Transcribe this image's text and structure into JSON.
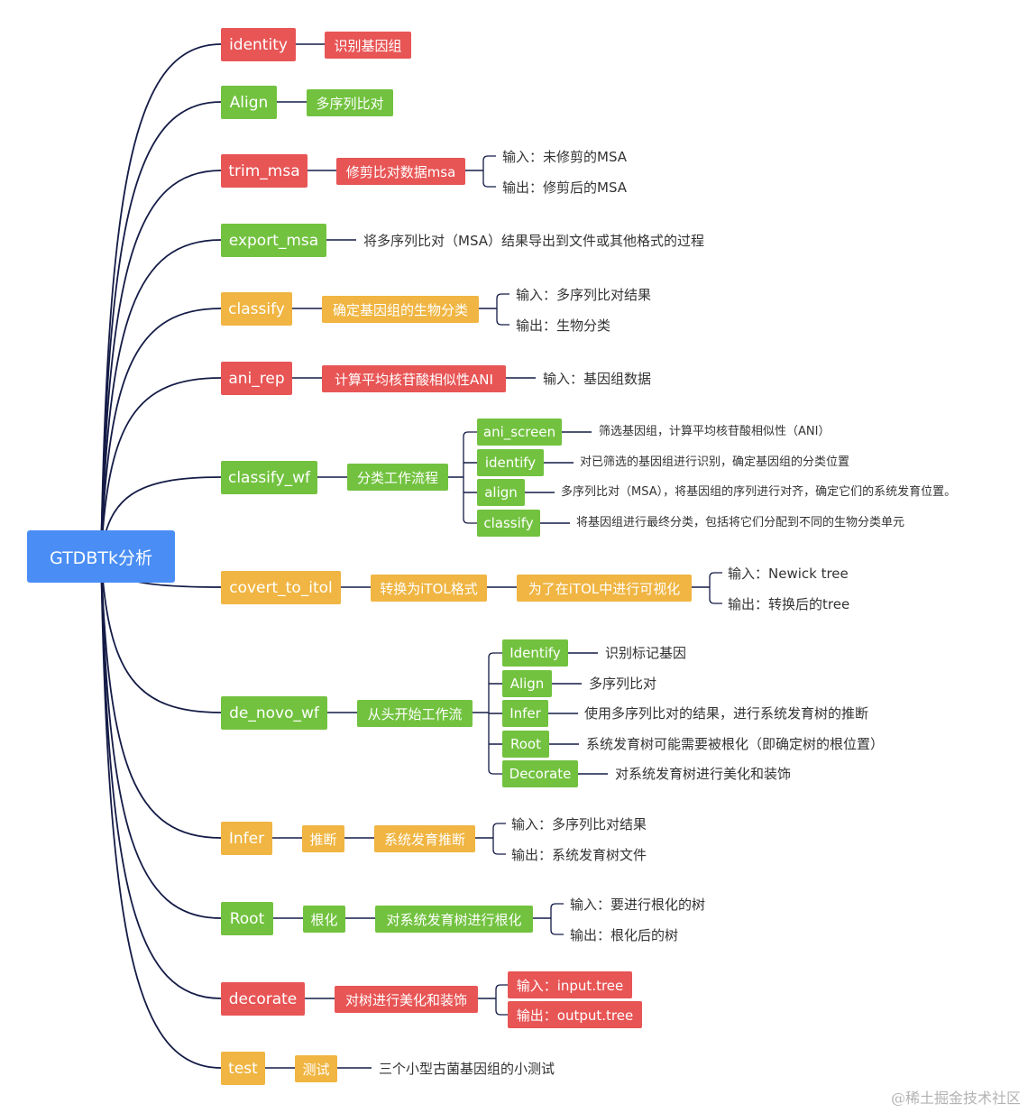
{
  "colors": {
    "root": "#4a8ef5",
    "red": "#e85555",
    "green": "#72c23f",
    "orange": "#f0b542",
    "line": "#141b46"
  },
  "root": {
    "label": "GTDBTk分析"
  },
  "branches": [
    {
      "label": "identity",
      "color": "red",
      "l2": [
        {
          "label": "识别基因组",
          "color": "red"
        }
      ]
    },
    {
      "label": "Align",
      "color": "green",
      "l2": [
        {
          "label": "多序列比对",
          "color": "green"
        }
      ]
    },
    {
      "label": "trim_msa",
      "color": "red",
      "l2": [
        {
          "label": "修剪比对数据msa",
          "color": "red",
          "children": [
            {
              "text": "输入：未修剪的MSA"
            },
            {
              "text": "输出：修剪后的MSA"
            }
          ]
        }
      ]
    },
    {
      "label": "export_msa",
      "color": "green",
      "texts": [
        "将多序列比对（MSA）结果导出到文件或其他格式的过程"
      ]
    },
    {
      "label": "classify",
      "color": "orange",
      "l2": [
        {
          "label": "确定基因组的生物分类",
          "color": "orange",
          "children": [
            {
              "text": "输入：多序列比对结果"
            },
            {
              "text": "输出：生物分类"
            }
          ]
        }
      ]
    },
    {
      "label": "ani_rep",
      "color": "red",
      "l2": [
        {
          "label": "计算平均核苷酸相似性ANI",
          "color": "red",
          "texts": [
            "输入：基因组数据"
          ]
        }
      ]
    },
    {
      "label": "classify_wf",
      "color": "green",
      "l2": [
        {
          "label": "分类工作流程",
          "color": "green",
          "children": [
            {
              "label": "ani_screen",
              "color": "green",
              "desc": "筛选基因组，计算平均核苷酸相似性（ANI）"
            },
            {
              "label": "identify",
              "color": "green",
              "desc": "对已筛选的基因组进行识别，确定基因组的分类位置"
            },
            {
              "label": "align",
              "color": "green",
              "desc": "多序列比对（MSA），将基因组的序列进行对齐，确定它们的系统发育位置。"
            },
            {
              "label": "classify",
              "color": "green",
              "desc": "将基因组进行最终分类，包括将它们分配到不同的生物分类单元"
            }
          ]
        }
      ]
    },
    {
      "label": "covert_to_itol",
      "color": "orange",
      "l2": [
        {
          "label": "转换为iTOL格式",
          "color": "orange"
        },
        {
          "label": "为了在iTOL中进行可视化",
          "color": "orange",
          "children": [
            {
              "text": "输入：Newick tree"
            },
            {
              "text": "输出：转换后的tree"
            }
          ]
        }
      ]
    },
    {
      "label": "de_novo_wf",
      "color": "green",
      "l2": [
        {
          "label": "从头开始工作流",
          "color": "green",
          "children": [
            {
              "label": "Identify",
              "color": "green",
              "desc": "识别标记基因"
            },
            {
              "label": "Align",
              "color": "green",
              "desc": "多序列比对"
            },
            {
              "label": "Infer",
              "color": "green",
              "desc": "使用多序列比对的结果，进行系统发育树的推断"
            },
            {
              "label": "Root",
              "color": "green",
              "desc": "系统发育树可能需要被根化（即确定树的根位置）"
            },
            {
              "label": "Decorate",
              "color": "green",
              "desc": "对系统发育树进行美化和装饰"
            }
          ]
        }
      ]
    },
    {
      "label": "Infer",
      "color": "orange",
      "l2": [
        {
          "label": "推断",
          "color": "orange"
        },
        {
          "label": "系统发育推断",
          "color": "orange",
          "children": [
            {
              "text": "输入：多序列比对结果"
            },
            {
              "text": "输出：系统发育树文件"
            }
          ]
        }
      ]
    },
    {
      "label": "Root",
      "color": "green",
      "l2": [
        {
          "label": "根化",
          "color": "green"
        },
        {
          "label": "对系统发育树进行根化",
          "color": "green",
          "children": [
            {
              "text": "输入：要进行根化的树"
            },
            {
              "text": "输出：根化后的树"
            }
          ]
        }
      ]
    },
    {
      "label": "decorate",
      "color": "red",
      "l2": [
        {
          "label": "对树进行美化和装饰",
          "color": "red",
          "children": [
            {
              "label": "输入：input.tree",
              "color": "red"
            },
            {
              "label": "输出：output.tree",
              "color": "red"
            }
          ]
        }
      ]
    },
    {
      "label": "test",
      "color": "orange",
      "l2": [
        {
          "label": "测试",
          "color": "orange",
          "texts": [
            "三个小型古菌基因组的小测试"
          ]
        }
      ]
    }
  ],
  "watermark": "@稀土掘金技术社区"
}
